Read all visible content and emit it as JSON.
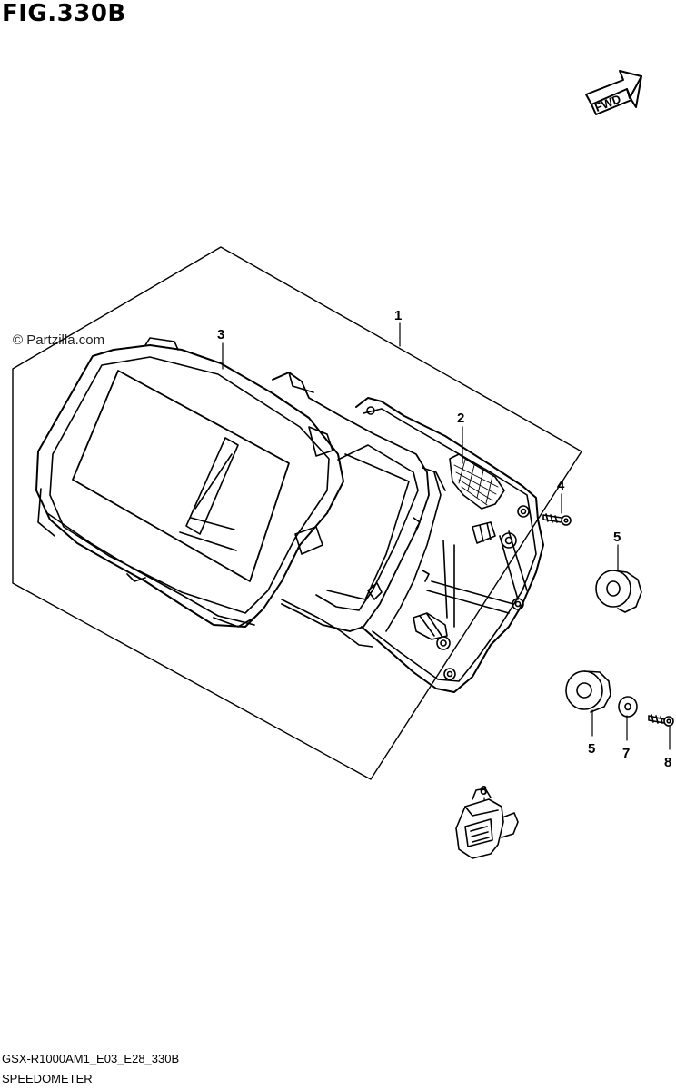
{
  "figure": {
    "title": "FIG.330B",
    "watermark": "© Partzilla.com",
    "direction_label": "FWD"
  },
  "callouts": [
    {
      "number": "1",
      "part": "speedometer-assembly"
    },
    {
      "number": "2",
      "part": "meter-case"
    },
    {
      "number": "3",
      "part": "meter-lens-cover"
    },
    {
      "number": "4",
      "part": "screw"
    },
    {
      "number": "5",
      "part": "cushion-upper"
    },
    {
      "number": "5",
      "part": "cushion-lower"
    },
    {
      "number": "6",
      "part": "connector"
    },
    {
      "number": "7",
      "part": "washer"
    },
    {
      "number": "8",
      "part": "screw"
    }
  ],
  "footer": {
    "drawing_code": "GSX-R1000AM1_E03_E28_330B",
    "section_name": "SPEEDOMETER"
  }
}
